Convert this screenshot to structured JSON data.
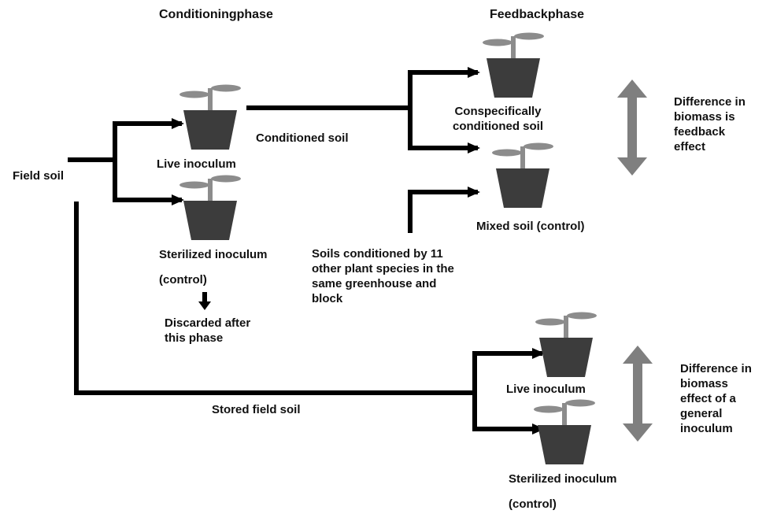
{
  "headers": {
    "conditioning": "Conditioningphase",
    "feedback": "Feedbackphase"
  },
  "conditioning": {
    "field_soil": "Field soil",
    "live_inoculum": "Live inoculum",
    "sterilized_inoculum": "Sterilized inoculum",
    "control": "(control)",
    "discarded": "Discarded after\nthis phase"
  },
  "feedback": {
    "conditioned_soil": "Conditioned soil",
    "conspecific": "Conspecifically\nconditioned soil",
    "mixed_soil": "Mixed soil (control)",
    "soils_conditioned": "Soils conditioned by 11\nother plant species in the\nsame greenhouse and\nblock",
    "difference_feedback": "Difference in\nbiomass is\nfeedback\neffect"
  },
  "inoculum": {
    "stored_field_soil": "Stored field soil",
    "live_inoculum": "Live inoculum",
    "sterilized_inoculum": "Sterilized inoculum",
    "control": "(control)",
    "difference_general": "Difference in\nbiomass\neffect of a\ngeneral\ninoculum"
  },
  "colors": {
    "line": "#000000",
    "pot": "#3c3c3c",
    "plant": "#8c8c8c",
    "double_arrow": "#7f7f7f"
  }
}
